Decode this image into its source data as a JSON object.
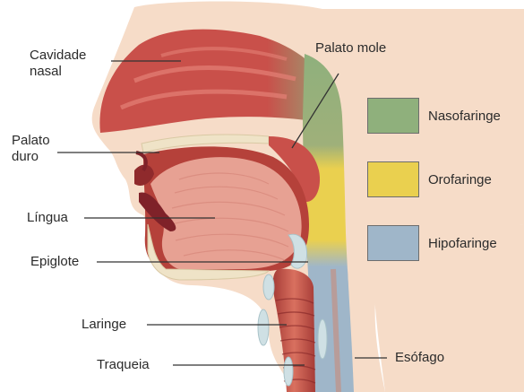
{
  "labels": {
    "nasal_cavity_line1": "Cavidade",
    "nasal_cavity_line2": "nasal",
    "soft_palate": "Palato mole",
    "hard_palate_line1": "Palato",
    "hard_palate_line2": "duro",
    "tongue": "Língua",
    "epiglottis": "Epiglote",
    "larynx": "Laringe",
    "trachea": "Traqueia",
    "esophagus": "Esófago"
  },
  "legend": [
    {
      "label": "Nasofaringe",
      "color": "#8fb07c"
    },
    {
      "label": "Orofaringe",
      "color": "#ead04f"
    },
    {
      "label": "Hipofaringe",
      "color": "#9fb6c9"
    }
  ],
  "colors": {
    "skin": "#f6dcc8",
    "skin_shadow": "#efcfb8",
    "tissue_red": "#b5413a",
    "tissue_dark": "#7f2229",
    "tongue": "#e7a193",
    "bone": "#efe3c7",
    "cartilage": "#cfe0e4"
  }
}
